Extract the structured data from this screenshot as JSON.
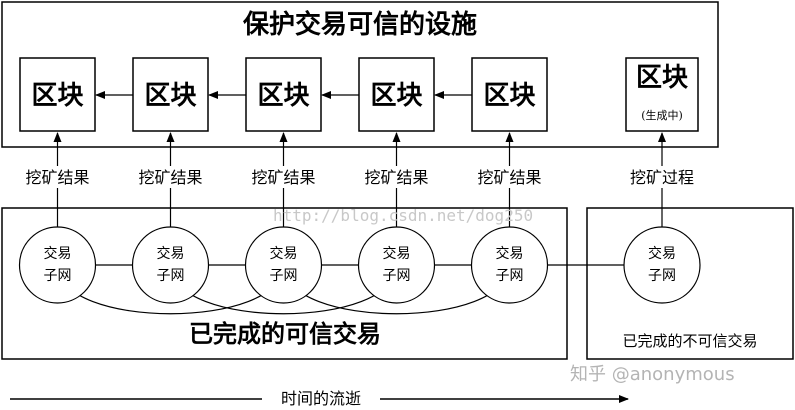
{
  "top_title": "保护交易可信的设施",
  "blocks": [
    {
      "label": "区块",
      "sub": ""
    },
    {
      "label": "区块",
      "sub": ""
    },
    {
      "label": "区块",
      "sub": ""
    },
    {
      "label": "区块",
      "sub": ""
    },
    {
      "label": "区块",
      "sub": ""
    },
    {
      "label": "区块",
      "sub": "(生成中)"
    }
  ],
  "mining_labels": [
    "挖矿结果",
    "挖矿结果",
    "挖矿结果",
    "挖矿结果",
    "挖矿结果",
    "挖矿过程"
  ],
  "subnet_label_line1": "交易",
  "subnet_label_line2": "子网",
  "completed_trusted": "已完成的可信交易",
  "completed_untrusted": "已完成的不可信交易",
  "time_label": "时间的流逝",
  "watermark": "http://blog.csdn.net/dog250",
  "zhihu_mark": "知乎 @anonymous"
}
